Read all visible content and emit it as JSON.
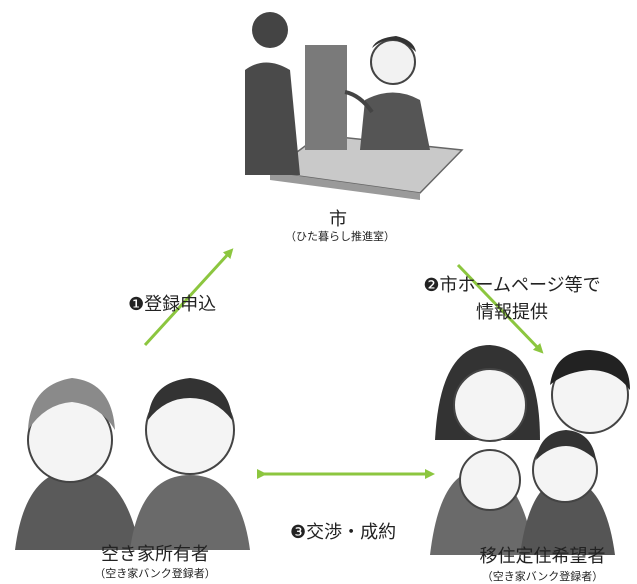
{
  "nodes": {
    "city": {
      "title": "市",
      "subtitle": "（ひた暮らし推進室）"
    },
    "owner": {
      "title": "空き家所有者",
      "subtitle": "（空き家バンク登録者）"
    },
    "migrant": {
      "title": "移住定住希望者",
      "subtitle": "（空き家バンク登録者）"
    }
  },
  "steps": {
    "step1": "❶登録申込",
    "step2_line1": "❷市ホームページ等で",
    "step2_line2": "情報提供",
    "step3": "❸交渉・成約"
  },
  "colors": {
    "arrow": "#8cc63f",
    "illustration": "#555555"
  }
}
